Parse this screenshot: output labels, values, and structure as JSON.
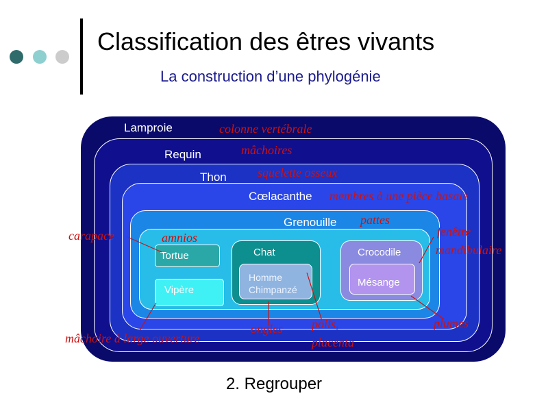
{
  "header": {
    "title": "Classification des êtres vivants",
    "subtitle": "La construction d’une phylogénie"
  },
  "footer": {
    "caption": "2. Regrouper"
  },
  "groups": {
    "lamproie": "Lamproie",
    "requin": "Requin",
    "thon": "Thon",
    "coelacanthe": "Cœlacanthe",
    "grenouille": "Grenouille",
    "tortue": "Tortue",
    "vipere": "Vipère",
    "chat": "Chat",
    "homme": "Homme",
    "chimpanze": "Chimpanzé",
    "crocodile": "Crocodile",
    "mesange": "Mésange"
  },
  "traits": {
    "colonne": "colonne vertébrale",
    "machoires": "mâchoires",
    "squelette": "squelette osseux",
    "membres": "membres à une pièce basale",
    "pattes": "pattes",
    "amnios": "amnios",
    "carapace": "carapace",
    "fenetre": "fenêtre",
    "mandibulaire": "mandibulaire",
    "machoire_large": "mâchoire à large ouverture",
    "ongles": "ongles",
    "poils": "poils,",
    "placenta": "placenta",
    "plumes": "plumes"
  },
  "colors": {
    "level1": "#0a0a6b",
    "level2": "#10108f",
    "level3": "#1c32c4",
    "level4": "#2a46e8",
    "level5": "#1b86e6",
    "level6": "#27bde8",
    "teal_box": "#2aa8a8",
    "cyan_box": "#3ff0f5",
    "dark_teal": "#0d8f8f",
    "primates": "#8fb4e0",
    "croco_box": "#8a8ae0",
    "mesange_box": "#b294ef",
    "trait": "#cc1111",
    "dots": [
      "#2f6b6b",
      "#8ecfcf",
      "#cccccc"
    ]
  }
}
